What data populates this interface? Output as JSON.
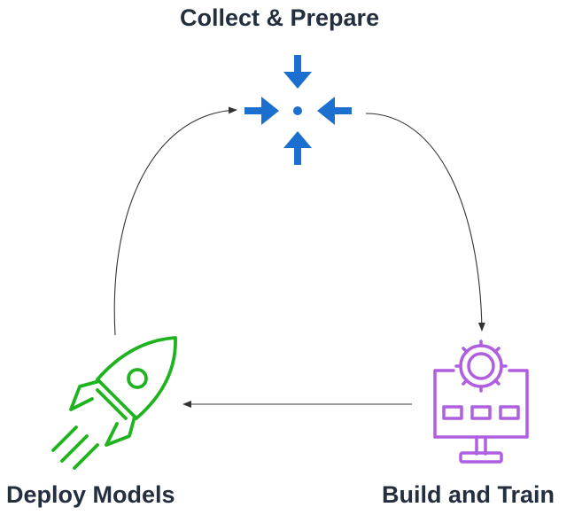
{
  "diagram": {
    "type": "cycle",
    "stages": [
      {
        "id": "collect",
        "label": "Collect & Prepare",
        "icon": "arrows-converge-icon",
        "color": "#1a6fcf"
      },
      {
        "id": "build",
        "label": "Build and Train",
        "icon": "monitor-gear-icon",
        "color": "#b05ee0"
      },
      {
        "id": "deploy",
        "label": "Deploy Models",
        "icon": "rocket-icon",
        "color": "#1fb41f"
      }
    ],
    "flow": [
      {
        "from": "collect",
        "to": "build"
      },
      {
        "from": "build",
        "to": "deploy"
      },
      {
        "from": "deploy",
        "to": "collect"
      }
    ],
    "arrow_color": "#333333"
  }
}
